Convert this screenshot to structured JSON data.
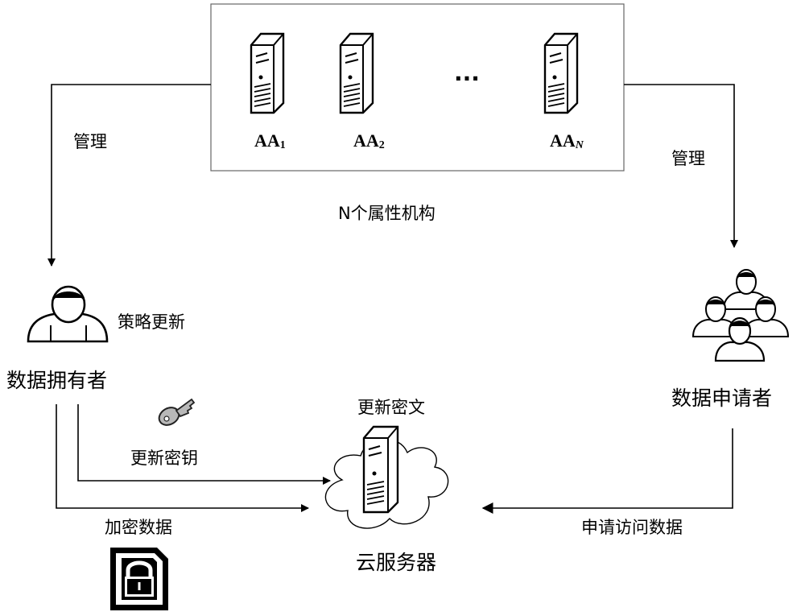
{
  "authorities": {
    "items": [
      {
        "name": "AA",
        "sub": "1"
      },
      {
        "name": "AA",
        "sub": "2"
      },
      {
        "name": "AA",
        "sub": "N"
      }
    ],
    "ellipsis": "···",
    "group_label": "N个属性机构"
  },
  "edges": {
    "manage_left": "管理",
    "manage_right": "管理",
    "policy_update": "策略更新",
    "update_key": "更新密钥",
    "encrypt_data": "加密数据",
    "update_ciphertext": "更新密文",
    "request_access": "申请访问数据"
  },
  "nodes": {
    "data_owner": "数据拥有者",
    "data_requester": "数据申请者",
    "cloud_server": "云服务器"
  },
  "icons": {
    "server": "server-tower-icon",
    "owner": "person-icon",
    "requesters": "group-icon",
    "key": "key-icon",
    "locked_file": "locked-document-icon",
    "cloud": "cloud-icon"
  }
}
